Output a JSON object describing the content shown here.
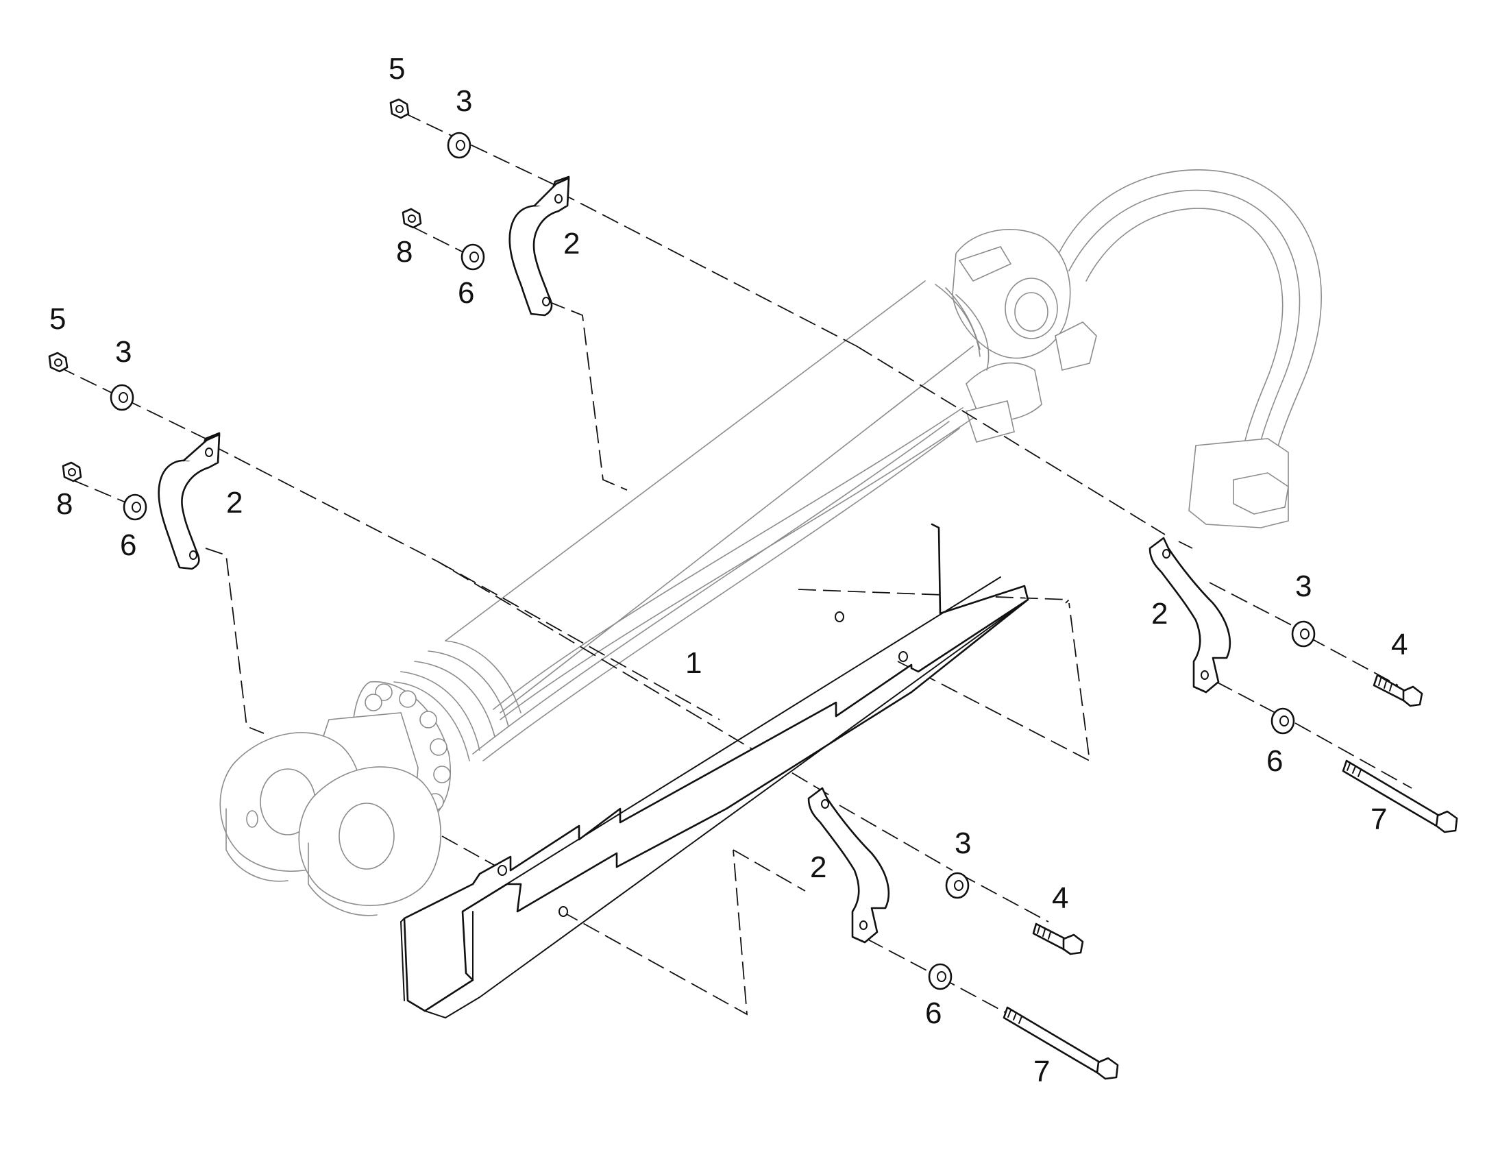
{
  "colors": {
    "line": "#111111",
    "ghost": "#8c8c8c",
    "background": "#ffffff"
  },
  "callouts": [
    {
      "id": "c5a",
      "label": "5"
    },
    {
      "id": "c3a",
      "label": "3"
    },
    {
      "id": "c8a",
      "label": "8"
    },
    {
      "id": "c6a",
      "label": "6"
    },
    {
      "id": "c2a",
      "label": "2"
    },
    {
      "id": "c5b",
      "label": "5"
    },
    {
      "id": "c3b",
      "label": "3"
    },
    {
      "id": "c8b",
      "label": "8"
    },
    {
      "id": "c6b",
      "label": "6"
    },
    {
      "id": "c2b",
      "label": "2"
    },
    {
      "id": "c1",
      "label": "1"
    },
    {
      "id": "c2c",
      "label": "2"
    },
    {
      "id": "c3c",
      "label": "3"
    },
    {
      "id": "c4a",
      "label": "4"
    },
    {
      "id": "c6c",
      "label": "6"
    },
    {
      "id": "c7a",
      "label": "7"
    },
    {
      "id": "c2d",
      "label": "2"
    },
    {
      "id": "c3d",
      "label": "3"
    },
    {
      "id": "c4b",
      "label": "4"
    },
    {
      "id": "c6d",
      "label": "6"
    },
    {
      "id": "c7b",
      "label": "7"
    }
  ]
}
